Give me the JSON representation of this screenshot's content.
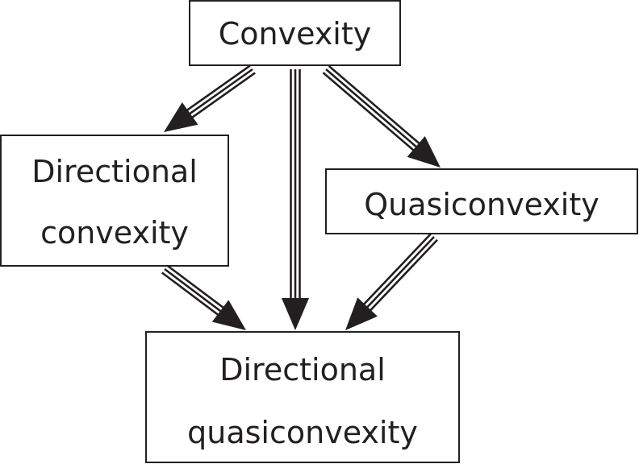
{
  "nodes": {
    "convexity": {
      "line1": "Convexity"
    },
    "directional_convexity": {
      "line1": "Directional",
      "line2": "convexity"
    },
    "quasiconvexity": {
      "line1": "Quasiconvexity"
    },
    "directional_quasiconvexity": {
      "line1": "Directional",
      "line2": "quasiconvexity"
    }
  },
  "edges": [
    {
      "from": "Convexity",
      "to": "Directional convexity"
    },
    {
      "from": "Convexity",
      "to": "Directional quasiconvexity"
    },
    {
      "from": "Convexity",
      "to": "Quasiconvexity"
    },
    {
      "from": "Directional convexity",
      "to": "Directional quasiconvexity"
    },
    {
      "from": "Quasiconvexity",
      "to": "Directional quasiconvexity"
    }
  ],
  "colors": {
    "ink": "#231f20",
    "background": "#ffffff"
  }
}
